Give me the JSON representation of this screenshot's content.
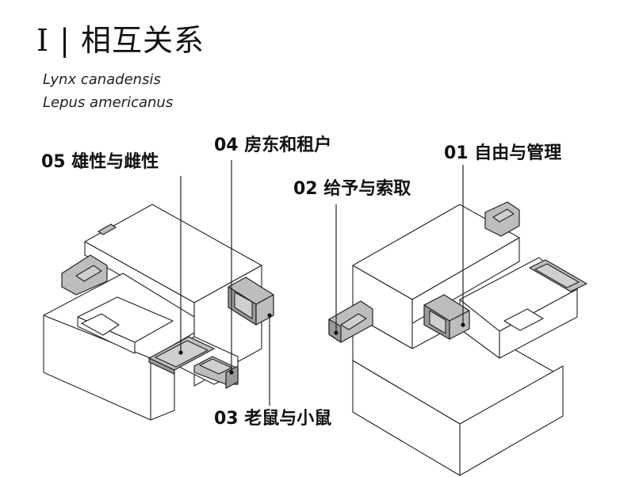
{
  "header": {
    "title": "I | 相互关系",
    "species": [
      "Lynx canadensis",
      "Lepus americanus"
    ]
  },
  "labels": {
    "l01": "01 自由与管理",
    "l02": "02 给予与索取",
    "l03": "03 老鼠与小鼠",
    "l04": "04 房东和租户",
    "l05": "05 雄性与雌性"
  },
  "colors": {
    "module_fill": "#bdbdbd",
    "line": "#222222",
    "background": "#ffffff"
  }
}
